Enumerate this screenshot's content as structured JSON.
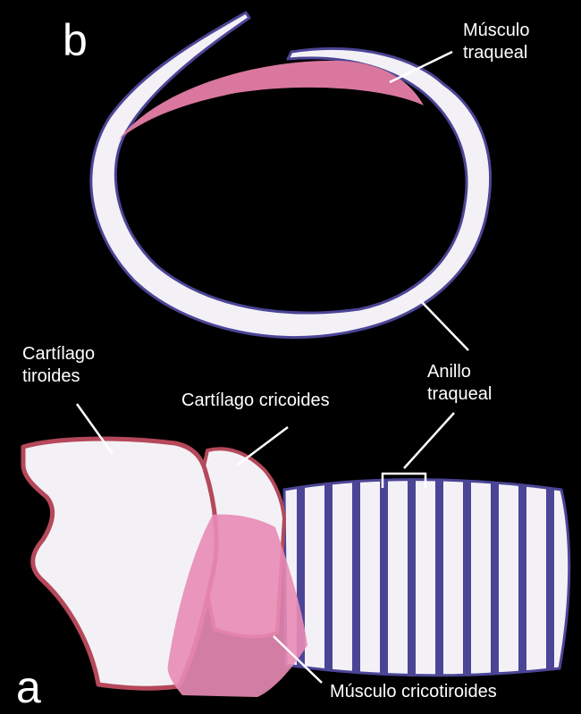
{
  "panels": {
    "top": "b",
    "bottom": "a"
  },
  "labels": {
    "musculo_traqueal": "Músculo\ntraqueal",
    "anillo_traqueal": "Anillo\ntraqueal",
    "cartilago_tiroides": "Cartílago\ntiroides",
    "cartilago_cricoides": "Cartílago cricoides",
    "musculo_cricotiroides": "Músculo cricotiroides"
  },
  "colors": {
    "background": "#000000",
    "cartilage_fill": "#f3f1f6",
    "ring_outline": "#4b4596",
    "muscle_fill": "#d9779e",
    "thyroid_outline": "#b5485a",
    "leader_line": "#ffffff"
  }
}
